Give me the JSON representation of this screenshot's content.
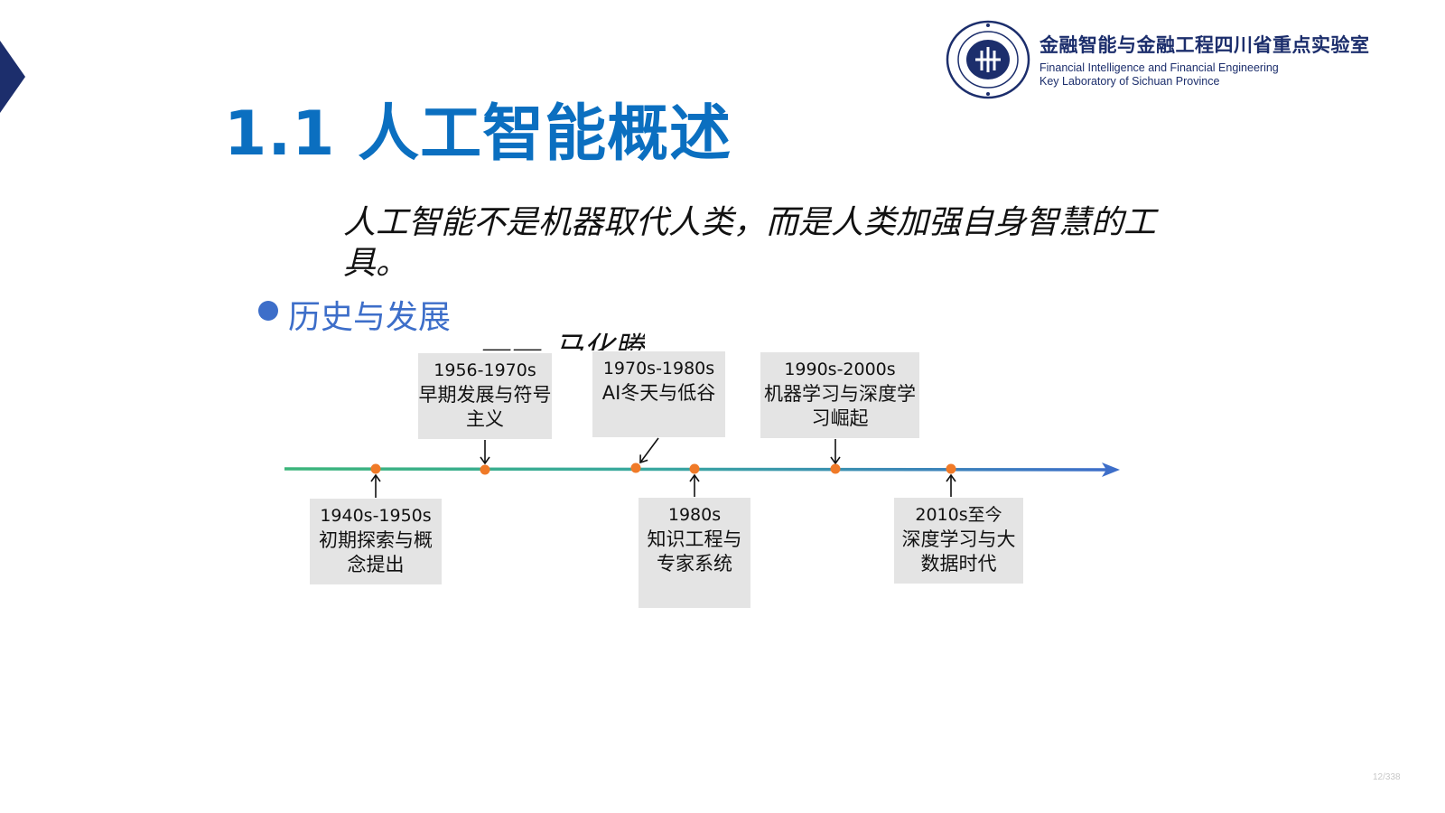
{
  "header": {
    "lab_name_cn": "金融智能与金融工程四川省重点实验室",
    "lab_name_en_line1": "Financial Intelligence and Financial Engineering",
    "lab_name_en_line2": "Key Laboratory of Sichuan Province"
  },
  "slide": {
    "title": "1.1 人工智能概述",
    "quote": "人工智能不是机器取代人类，而是人类加强自身智慧的工具。",
    "quote_author": "—— 马化腾",
    "bullet": "历史与发展",
    "page_number": "12/338"
  },
  "timeline": {
    "events": [
      {
        "years": "1940s-1950s",
        "desc": "初期探索与概念提出",
        "side": "below"
      },
      {
        "years": "1956-1970s",
        "desc": "早期发展与符号主义",
        "side": "above"
      },
      {
        "years": "1970s-1980s",
        "desc": "AI冬天与低谷",
        "side": "above"
      },
      {
        "years": "1980s",
        "desc": "知识工程与专家系统",
        "side": "below"
      },
      {
        "years": "1990s-2000s",
        "desc": "机器学习与深度学习崛起",
        "side": "above"
      },
      {
        "years": "2010s至今",
        "desc": "深度学习与大数据时代",
        "side": "below"
      }
    ]
  },
  "colors": {
    "title": "#0b6fc0",
    "bullet": "#3d6ec9",
    "timeline_start": "#3bb57a",
    "timeline_end": "#3d6ec9",
    "marker": "#f07a28",
    "box_bg": "#e4e4e4",
    "logo": "#1c2e6c"
  }
}
